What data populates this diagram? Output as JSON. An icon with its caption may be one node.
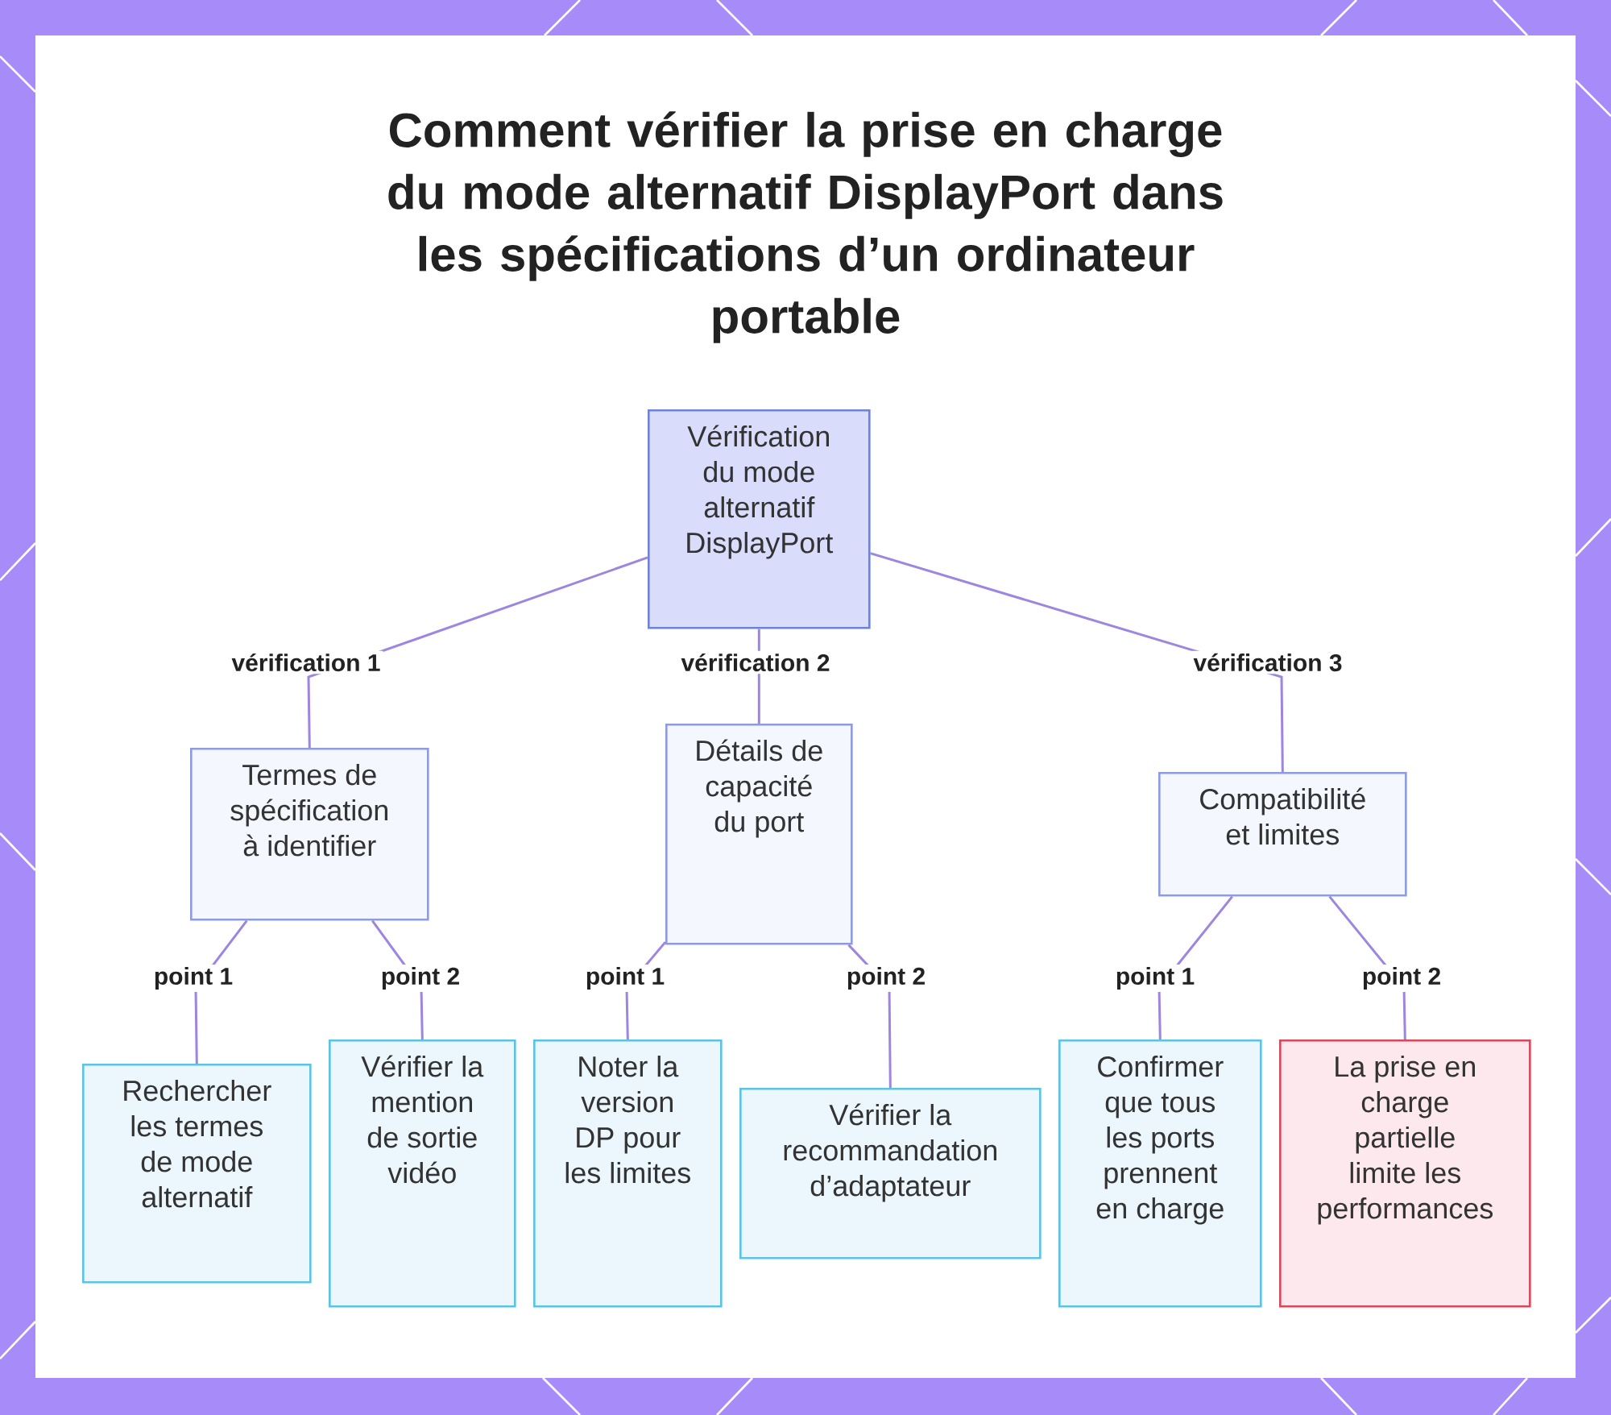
{
  "diagram": {
    "title": "Comment vérifier la prise en charge du mode alternatif DisplayPort dans les spécifications d’un ordinateur portable",
    "nodes": [
      {
        "text": [
          "Vérification du mode alternatif DisplayPort"
        ]
      },
      {
        "text": [
          "Termes de spécification à identifier"
        ]
      },
      {
        "text": [
          "Détails de capacité du port"
        ]
      },
      {
        "text": [
          "Compatibilité et limites"
        ]
      },
      {
        "text": [
          "Rechercher les termes de mode alternatif"
        ]
      },
      {
        "text": [
          "Vérifier la mention de sortie vidéo"
        ]
      },
      {
        "text": [
          "Noter la version DP pour les limites"
        ]
      },
      {
        "text": [
          "Vérifier la recommandation d’adaptateur"
        ]
      },
      {
        "text": [
          "Confirmer que tous les ports prennent en charge"
        ]
      },
      {
        "text": [
          "La prise en charge partielle limite les performances"
        ]
      }
    ],
    "edges": [
      {
        "from": 0,
        "to": 1,
        "arrow": "none",
        "label": "vérification 1"
      },
      {
        "from": 0,
        "to": 2,
        "arrow": "none",
        "label": "vérification 2"
      },
      {
        "from": 0,
        "to": 3,
        "arrow": "none",
        "label": "vérification 3"
      },
      {
        "from": 1,
        "to": 4,
        "arrow": "none",
        "label": "point 1"
      },
      {
        "from": 1,
        "to": 5,
        "arrow": "none",
        "label": "point 2"
      },
      {
        "from": 2,
        "to": 6,
        "arrow": "none",
        "label": "point 1"
      },
      {
        "from": 2,
        "to": 7,
        "arrow": "none",
        "label": "point 2"
      },
      {
        "from": 3,
        "to": 8,
        "arrow": "none",
        "label": "point 1"
      },
      {
        "from": 3,
        "to": 9,
        "arrow": "none",
        "label": "point 2"
      }
    ]
  }
}
